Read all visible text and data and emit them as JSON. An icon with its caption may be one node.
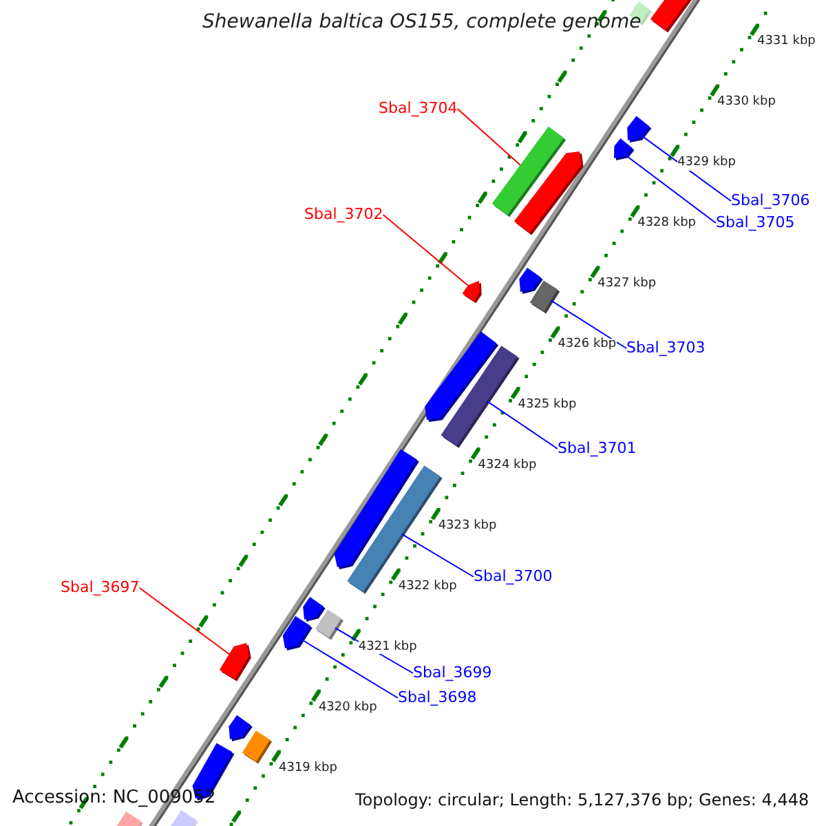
{
  "diagram": {
    "title": "Shewanella baltica OS155, complete genome",
    "nodes": [
      {
        "text": [
          "Sbal_3704"
        ]
      },
      {
        "text": [
          "Sbal_3706"
        ]
      },
      {
        "text": [
          "Sbal_3702"
        ]
      },
      {
        "text": [
          "Sbal_3705"
        ]
      },
      {
        "text": [
          "Sbal_3703"
        ]
      },
      {
        "text": [
          "Sbal_3701"
        ]
      },
      {
        "text": [
          "Sbal_3700"
        ]
      },
      {
        "text": [
          "Sbal_3697"
        ]
      },
      {
        "text": [
          "Sbal_3699"
        ]
      },
      {
        "text": [
          "Sbal_3698"
        ]
      },
      {
        "text": [],
        "shape": "bar"
      },
      {
        "text": [],
        "shape": "arrow"
      },
      {
        "text": [],
        "shape": "arrow"
      },
      {
        "text": [],
        "shape": "arrow"
      },
      {
        "text": [],
        "shape": "bar"
      },
      {
        "text": [],
        "shape": "arrow"
      },
      {
        "text": [],
        "shape": "arrow"
      },
      {
        "text": [],
        "shape": "arrow"
      },
      {
        "text": [],
        "shape": "bar"
      },
      {
        "text": [],
        "shape": "arrow"
      },
      {
        "text": [],
        "shape": "bar"
      },
      {
        "text": [],
        "shape": "arrow"
      },
      {
        "text": [],
        "shape": "bar"
      },
      {
        "text": [],
        "shape": "arrow"
      },
      {
        "text": [],
        "shape": "bar"
      },
      {
        "text": [],
        "shape": "arrow"
      },
      {
        "text": [],
        "shape": "arrow"
      },
      {
        "text": [],
        "shape": "arrow"
      },
      {
        "text": [],
        "shape": "bar"
      },
      {
        "text": [],
        "shape": "arrow"
      },
      {
        "text": [],
        "shape": "bar"
      },
      {
        "text": [],
        "shape": "bar"
      }
    ],
    "edges": [
      {
        "from": 0,
        "to": 14,
        "arrow": "none",
        "color": "#ff0000"
      },
      {
        "from": 1,
        "to": 12,
        "arrow": "none"
      },
      {
        "from": 2,
        "to": 17,
        "arrow": "none",
        "color": "#ff0000"
      },
      {
        "from": 3,
        "to": 13,
        "arrow": "none"
      },
      {
        "from": 4,
        "to": 18,
        "arrow": "none"
      },
      {
        "from": 5,
        "to": 20,
        "arrow": "none"
      },
      {
        "from": 6,
        "to": 22,
        "arrow": "none"
      },
      {
        "from": 7,
        "to": 26,
        "arrow": "none",
        "color": "#ff0000"
      },
      {
        "from": 8,
        "to": 24,
        "arrow": "none"
      },
      {
        "from": 9,
        "to": 25,
        "arrow": "none"
      }
    ],
    "labels": [
      "4331 kbp",
      "4330 kbp",
      "4329 kbp",
      "4328 kbp",
      "4327 kbp",
      "4326 kbp",
      "4325 kbp",
      "4324 kbp",
      "4323 kbp",
      "4322 kbp",
      "4321 kbp",
      "4320 kbp",
      "4319 kbp",
      "Accession: NC_009052",
      "Topology: circular; Length: 5,127,376 bp; Genes: 4,448"
    ]
  }
}
